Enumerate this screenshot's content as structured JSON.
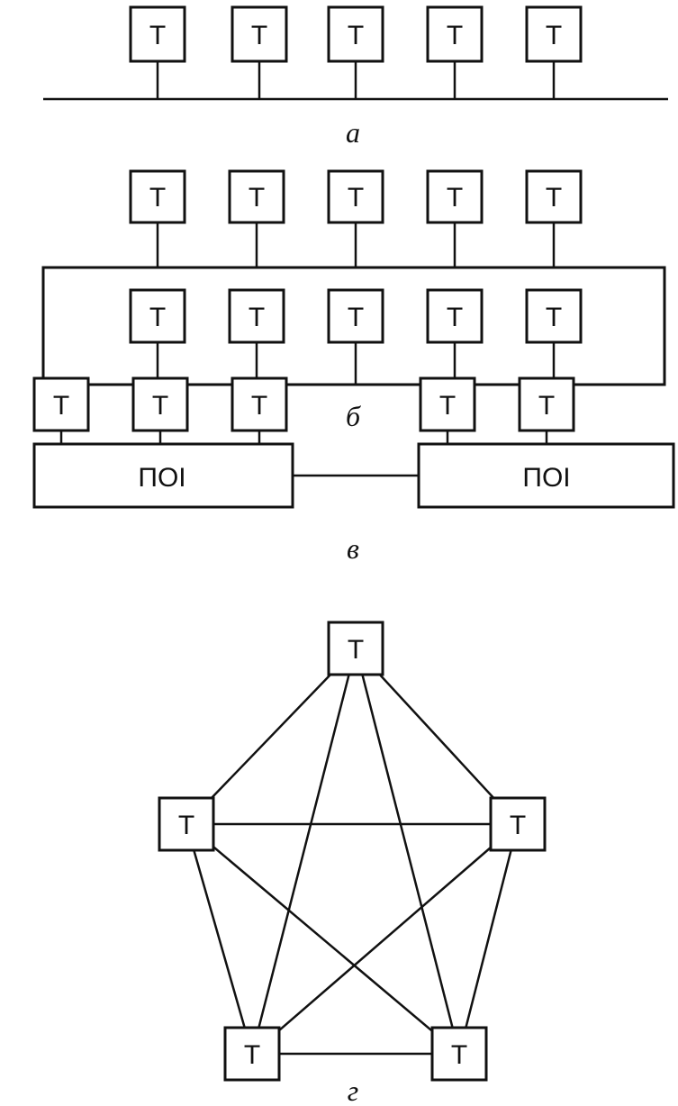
{
  "terminal_label": "Т",
  "hub_label": "ПОІ",
  "captions": {
    "a": "а",
    "b": "б",
    "v": "в",
    "g": "г"
  }
}
